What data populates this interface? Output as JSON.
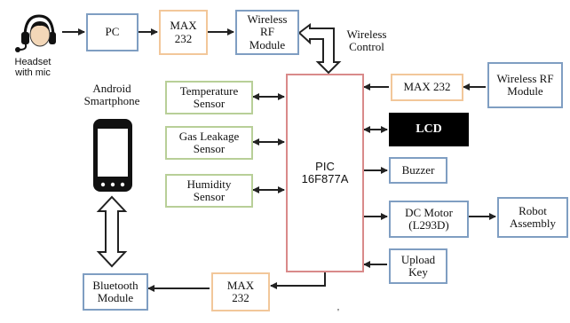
{
  "blocks": {
    "pc": "PC",
    "max232_top": "MAX\n232",
    "wireless_rf_top": "Wireless\nRF\nModule",
    "wireless_control": "Wireless\nControl",
    "max232_right": "MAX 232",
    "wireless_rf_right": "Wireless RF\nModule",
    "temperature_sensor": "Temperature\nSensor",
    "gas_sensor": "Gas Leakage\nSensor",
    "humidity_sensor": "Humidity\nSensor",
    "pic": "PIC\n16F877A",
    "lcd": "LCD",
    "buzzer": "Buzzer",
    "dc_motor": "DC Motor\n(L293D)",
    "robot_assembly": "Robot\nAssembly",
    "upload_key": "Upload\nKey",
    "max232_bottom": "MAX\n232",
    "bluetooth_module": "Bluetooth\nModule",
    "android_smartphone": "Android\nSmartphone",
    "headset": "Headset\nwith mic",
    "stray_mark": "'"
  },
  "colors": {
    "blue_border": "#7f9ec2",
    "orange_border": "#f2c79a",
    "green_border": "#b8cf98",
    "red_border": "#d98a8a",
    "arrow": "#222222"
  },
  "icons": {
    "headset": "headset-icon",
    "smartphone": "smartphone-icon"
  }
}
